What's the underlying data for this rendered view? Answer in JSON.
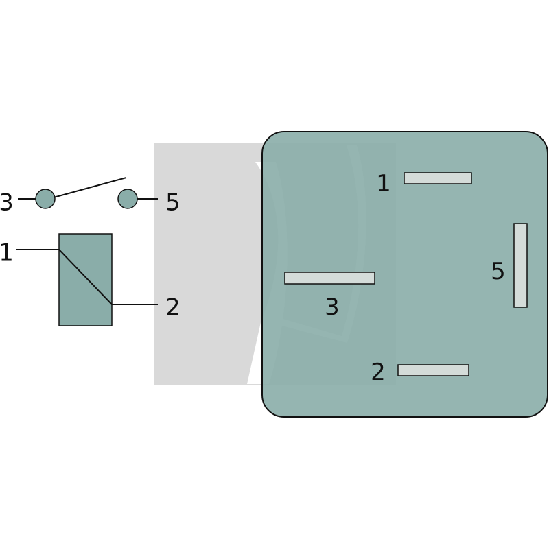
{
  "colors": {
    "body_fill": "#8aada9",
    "terminal_fill": "#d4dcd9",
    "line": "#111111",
    "watermark": "#d9d9d9",
    "watermark_mark": "#ffffff"
  },
  "symbol": {
    "switch": {
      "left_label": "3",
      "right_label": "5",
      "state": "open"
    },
    "coil": {
      "top_label": "1",
      "bottom_label": "2"
    }
  },
  "relay_footprint": {
    "pins": [
      {
        "id": "pin-1",
        "label": "1",
        "orientation": "horizontal"
      },
      {
        "id": "pin-3",
        "label": "3",
        "orientation": "horizontal"
      },
      {
        "id": "pin-5",
        "label": "5",
        "orientation": "vertical"
      },
      {
        "id": "pin-2",
        "label": "2",
        "orientation": "horizontal"
      }
    ]
  }
}
